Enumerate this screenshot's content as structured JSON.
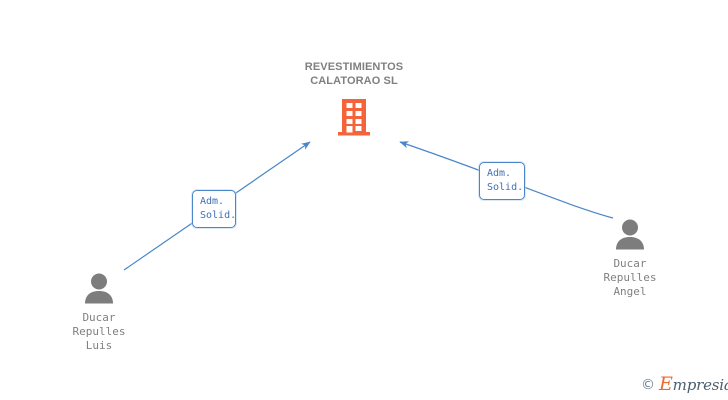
{
  "diagram": {
    "type": "corporate-relationship-graph",
    "background_color": "#ffffff",
    "company": {
      "name": "REVESTIMIENTOS\nCALATORAO SL",
      "icon": "building-icon",
      "icon_color": "#f4633a"
    },
    "persons": [
      {
        "id": "person-left",
        "name": "Ducar\nRepulles\nLuis",
        "icon": "person-avatar-icon",
        "icon_color": "#7d7d7d"
      },
      {
        "id": "person-right",
        "name": "Ducar\nRepulles\nAngel",
        "icon": "person-avatar-icon",
        "icon_color": "#7d7d7d"
      }
    ],
    "relations": [
      {
        "id": "relation-left",
        "label": "Adm.\nSolid.",
        "from": "person-left",
        "to": "company",
        "edge_color": "#4a86c8",
        "label_border_color": "#4a86c8",
        "label_text_color": "#3f6fb5"
      },
      {
        "id": "relation-right",
        "label": "Adm.\nSolid.",
        "from": "person-right",
        "to": "company",
        "edge_color": "#4a86c8",
        "label_border_color": "#4a86c8",
        "label_text_color": "#3f6fb5"
      }
    ],
    "watermark": {
      "copyright_symbol": "©",
      "brand_initial": "E",
      "brand_rest": "mpresia",
      "initial_color": "#ef6a2c",
      "text_color": "#4a5f70"
    }
  }
}
